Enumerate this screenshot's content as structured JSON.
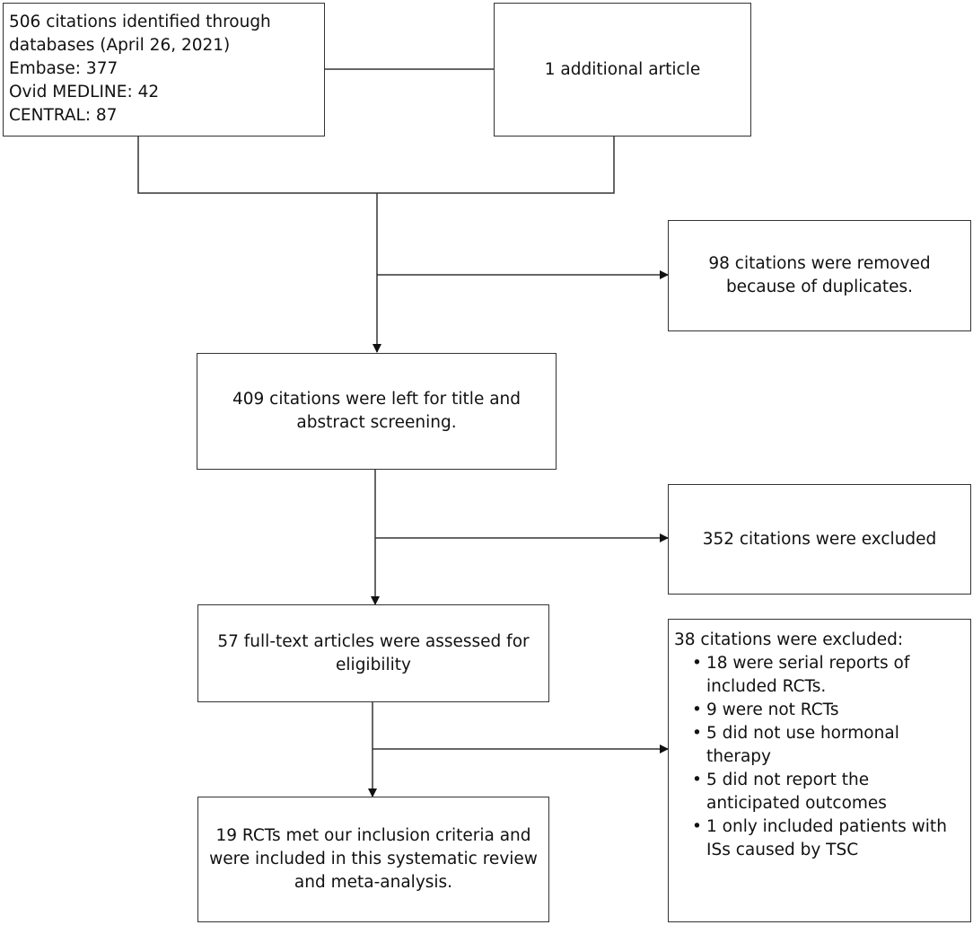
{
  "identification": {
    "line1": "506 citations identified through",
    "line2": "databases (April 26, 2021)",
    "line3": "Embase: 377",
    "line4": "Ovid MEDLINE: 42",
    "line5": "CENTRAL: 87"
  },
  "additional": {
    "text": "1 additional article"
  },
  "duplicates": {
    "line1": "98 citations were removed",
    "line2": "because of duplicates."
  },
  "screening": {
    "line1": "409 citations were left for title and",
    "line2": "abstract screening."
  },
  "excluded_screening": {
    "text": "352 citations were excluded"
  },
  "fulltext": {
    "line1": "57 full-text articles were assessed for",
    "line2": "eligibility"
  },
  "excluded_fulltext": {
    "heading": "38 citations were excluded:",
    "items": [
      {
        "line1": "18 were serial reports of",
        "line2": "included RCTs."
      },
      {
        "line1": "9 were not RCTs",
        "line2": ""
      },
      {
        "line1": "5 did not use hormonal",
        "line2": "therapy"
      },
      {
        "line1": "5 did not report the",
        "line2": "anticipated outcomes"
      },
      {
        "line1": "1 only included patients with",
        "line2": "ISs caused by TSC"
      }
    ]
  },
  "included": {
    "line1": "19 RCTs met our inclusion criteria and",
    "line2": "were included in this systematic review",
    "line3": "and meta-analysis."
  }
}
